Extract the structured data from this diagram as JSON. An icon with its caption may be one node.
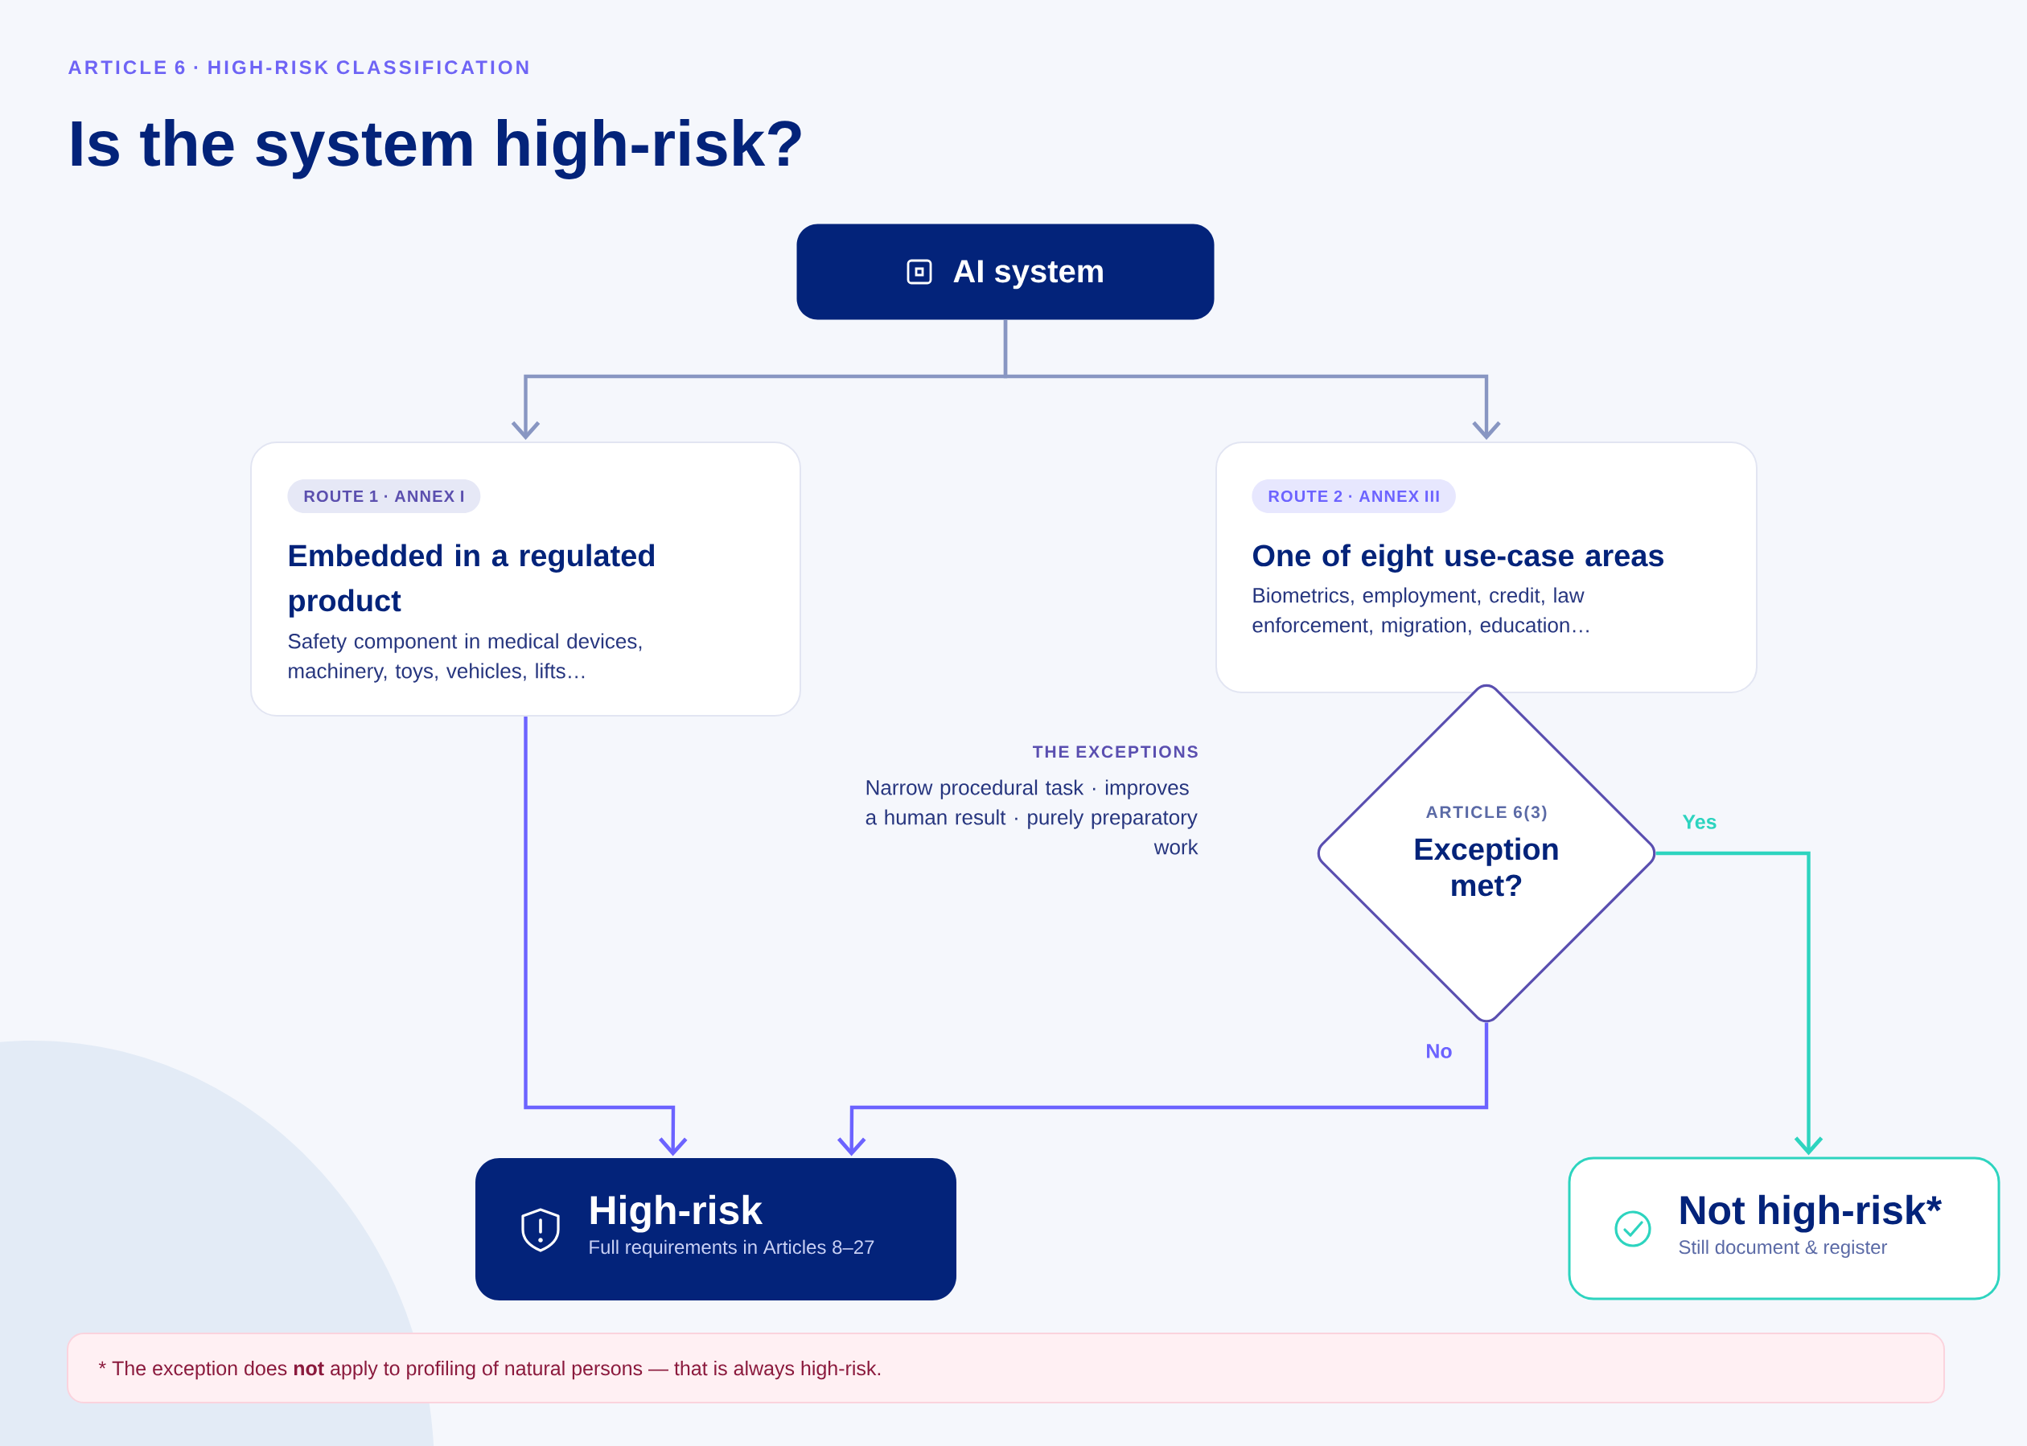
{
  "diagram": {
    "title": "Is the system high-risk?",
    "nodes": [
      {
        "text": [
          "AI system"
        ]
      },
      {
        "text": [
          "ROUTE 1 · ANNEX I",
          "Embedded in a regulated product",
          "Safety component in medical devices, machinery, toys, vehicles, lifts…"
        ]
      },
      {
        "text": [
          "ROUTE 2 · ANNEX III",
          "One of eight use-case areas",
          "Biometrics, employment, credit, law enforcement, migration, education…"
        ]
      },
      {
        "text": [
          "ARTICLE 6(3)",
          "Exception met?"
        ]
      },
      {
        "text": [
          "High-risk",
          "Full requirements in Articles 8–27"
        ]
      },
      {
        "text": [
          "Not high-risk*",
          "Still document & register"
        ]
      },
      {
        "text": [
          "* The exception does **not** apply to profiling of natural persons — that is always high-risk."
        ]
      }
    ],
    "edges": [
      {
        "from": 0,
        "to": 1,
        "arrow": "to"
      },
      {
        "from": 0,
        "to": 2,
        "arrow": "to"
      },
      {
        "from": 1,
        "to": 4,
        "arrow": "to",
        "color": "#6c63ff"
      },
      {
        "from": 3,
        "to": 4,
        "arrow": "to",
        "label": "No",
        "color": "#6c63ff"
      },
      {
        "from": 3,
        "to": 5,
        "arrow": "to",
        "label": "Yes",
        "color": "#2dd4bf"
      }
    ],
    "labels": [
      "ARTICLE 6 · HIGH-RISK CLASSIFICATION",
      "THE EXCEPTIONS",
      "Narrow procedural task · improves a human result · purely preparatory work"
    ]
  }
}
